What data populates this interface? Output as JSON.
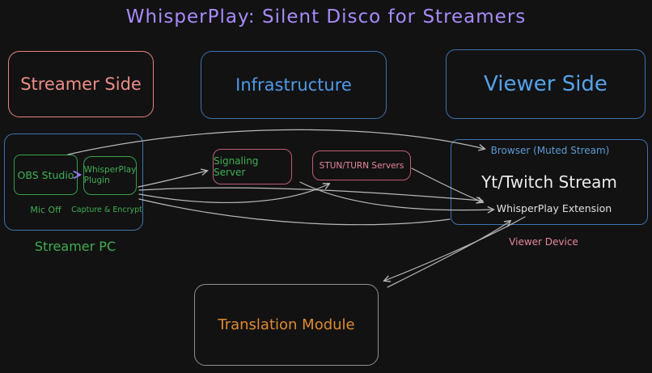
{
  "title": "WhisperPlay: Silent Disco for Streamers",
  "groups": {
    "streamer_side": {
      "label": "Streamer Side"
    },
    "infrastructure": {
      "label": "Infrastructure"
    },
    "viewer_side": {
      "label": "Viewer Side"
    }
  },
  "streamer_pc": {
    "caption": "Streamer PC",
    "obs": {
      "label": "OBS Studio",
      "status": "Mic Off"
    },
    "plugin": {
      "label": "WhisperPlay Plugin",
      "status": "Capture & Encrypt"
    }
  },
  "infrastructure_nodes": {
    "signaling": {
      "label": "Signaling Server"
    },
    "stun_turn": {
      "label": "STUN/TURN Servers"
    }
  },
  "viewer_device": {
    "caption": "Viewer Device",
    "browser": "Browser (Muted Stream)",
    "stream": "Yt/Twitch Stream",
    "extension": "WhisperPlay Extension"
  },
  "translation": {
    "label": "Translation Module"
  },
  "edges": [
    {
      "from": "obs-studio",
      "to": "whisperplay-plugin"
    },
    {
      "from": "streamer-pc",
      "to": "browser-muted-stream"
    },
    {
      "from": "whisperplay-plugin",
      "to": "signaling-server"
    },
    {
      "from": "whisperplay-plugin",
      "to": "stun-turn-servers"
    },
    {
      "from": "whisperplay-plugin",
      "to": "whisperplay-extension"
    },
    {
      "from": "whisperplay-plugin",
      "to": "viewer-device"
    },
    {
      "from": "signaling-server",
      "to": "whisperplay-extension"
    },
    {
      "from": "stun-turn-servers",
      "to": "whisperplay-extension"
    },
    {
      "from": "whisperplay-extension",
      "to": "translation-module"
    },
    {
      "from": "translation-module",
      "to": "whisperplay-extension"
    }
  ],
  "colors": {
    "background": "#121212",
    "title": "#a88bfa",
    "salmon": "#ec8d86",
    "blue_border": "#3d73ad",
    "blue_text": "#55a2ea",
    "green": "#3fae52",
    "pink_border": "#bd5d74",
    "pink_text": "#e8879e",
    "white": "#ececec",
    "orange": "#e08a2e",
    "grey_border": "#8f8f8f",
    "arrow": "#b9b9b9",
    "obs_arrow": "#9775fa"
  }
}
